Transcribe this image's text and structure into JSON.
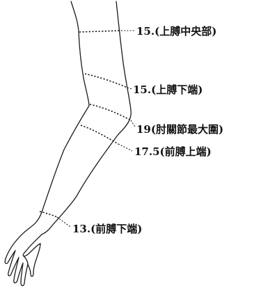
{
  "figure": {
    "labels": {
      "upper_arm_mid": "15.(上膊中央部)",
      "upper_arm_lower": "15.(上膊下端)",
      "elbow_max": "19(肘關節最大圍)",
      "forearm_upper": "17.5(前膊上端)",
      "forearm_lower": "13.(前膊下端)"
    }
  }
}
